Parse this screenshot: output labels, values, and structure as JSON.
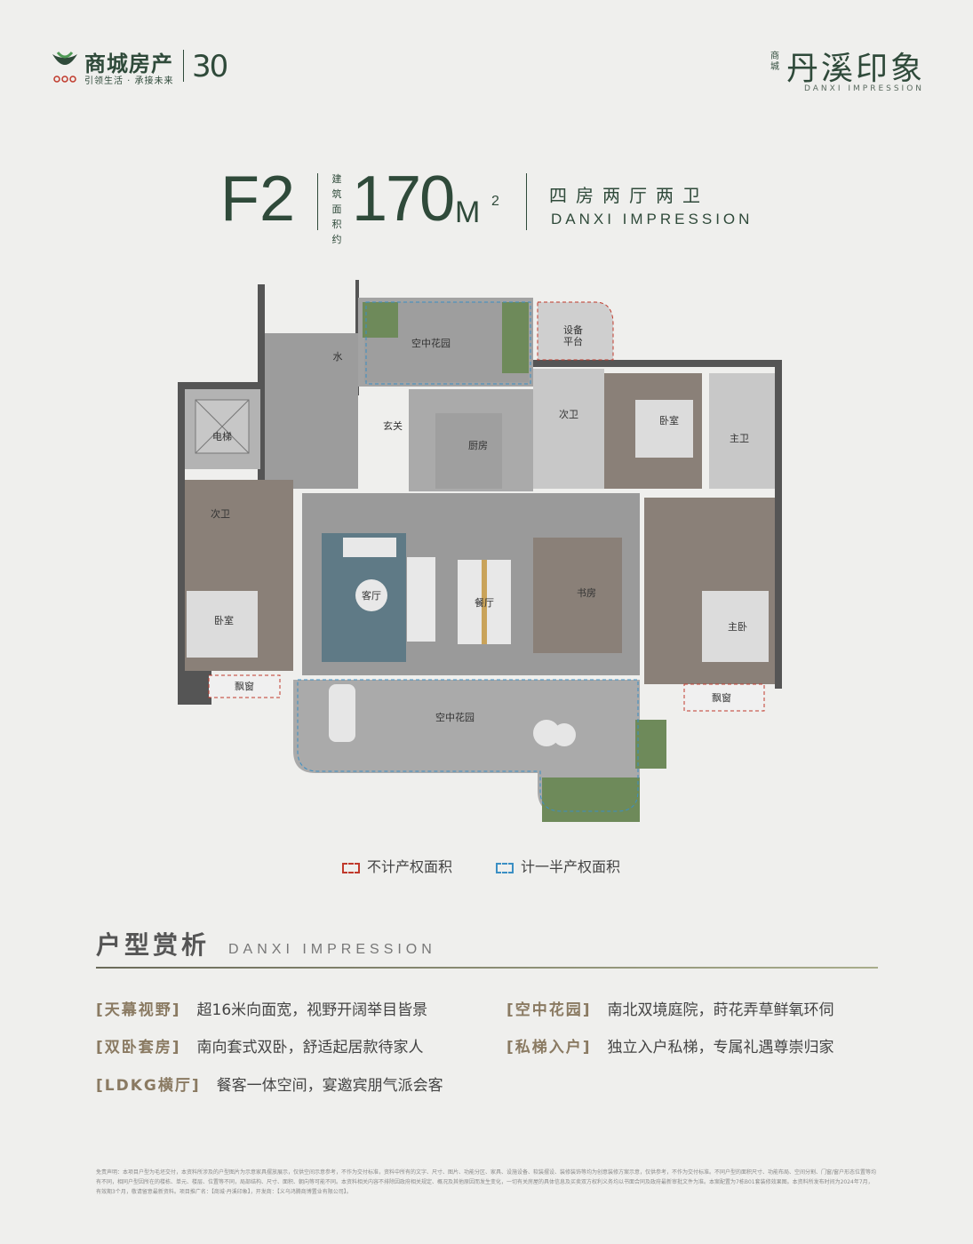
{
  "header": {
    "brand_name": "商城房产",
    "brand_slogan": "引领生活 · 承接未来",
    "anniversary": "30",
    "project_prefix": "商城",
    "project_name": "丹溪印象",
    "project_en": "DANXI IMPRESSION"
  },
  "title": {
    "unit_code": "F2",
    "area_label": "建筑面积约",
    "area_value": "170",
    "area_unit": "M",
    "area_sup": "2",
    "rooms": "四房两厅两卫",
    "rooms_en": "DANXI IMPRESSION"
  },
  "plan": {
    "rooms": {
      "garden_north": "空中花园",
      "equipment": "设备\n平台",
      "water": "水",
      "elevator": "电梯",
      "foyer": "玄关",
      "kitchen": "厨房",
      "bath2_top": "次卫",
      "bedroom_top": "卧室",
      "master_bath": "主卫",
      "bath2_left": "次卫",
      "bedroom_left": "卧室",
      "living": "客厅",
      "dining": "餐厅",
      "study": "书房",
      "master_bedroom": "主卧",
      "bay_left": "飘窗",
      "bay_right": "飘窗",
      "garden_south": "空中花园"
    }
  },
  "legend": {
    "excluded": "不计产权面积",
    "half": "计一半产权面积",
    "excluded_color": "#c0392b",
    "half_color": "#3b8fc4"
  },
  "section": {
    "title": "户型赏析",
    "title_en": "DANXI IMPRESSION"
  },
  "features": [
    {
      "tag": "[天幕视野]",
      "text": "超16米向面宽，视野开阔举目皆景"
    },
    {
      "tag": "[双卧套房]",
      "text": "南向套式双卧，舒适起居款待家人"
    },
    {
      "tag": "[LDKG横厅]",
      "text": "餐客一体空间，宴邀宾朋气派会客"
    },
    {
      "tag": "[空中花园]",
      "text": "南北双境庭院，莳花弄草鲜氧环伺"
    },
    {
      "tag": "[私梯入户]",
      "text": "独立入户私梯，专属礼遇尊崇归家"
    }
  ],
  "disclaimer": "免责声明：本项目户型为毛坯交付，本资料所涉及的户型图片为示意家具摆放展示，仅供空间示意参考，不作为交付标准，资料中所有的文字、尺寸、图片、功能分区、家具、设施设备、软装摆设、装修装饰等均为创意装修方案示意，仅供参考，不作为交付标准。不同户型的面积尺寸、功能布局、空间分割、门窗/窗户形态位置等均有不同，相同户型因所在的楼栋、单元、楼层、位置等不同，局部结构、尺寸、面积、朝向等可能不同。本资料相关内容不排除因政府相关规定、概况及其他原因而发生变化，一切有关房屋的具体信息及买卖双方权利义务均以书面合同及政府最新审批文件为准。本案配置为7栋B01套装修效果图。本资料所发布时间为2024年7月，有效期3个月，敬请留意最新资料。项目推广名：【商城·丹溪印象】，开发商：【义乌鸿腾商博置业有限公司】。",
  "colors": {
    "brand_green": "#2f4a3a",
    "accent_tan": "#8a7a62",
    "background": "#efefed"
  }
}
